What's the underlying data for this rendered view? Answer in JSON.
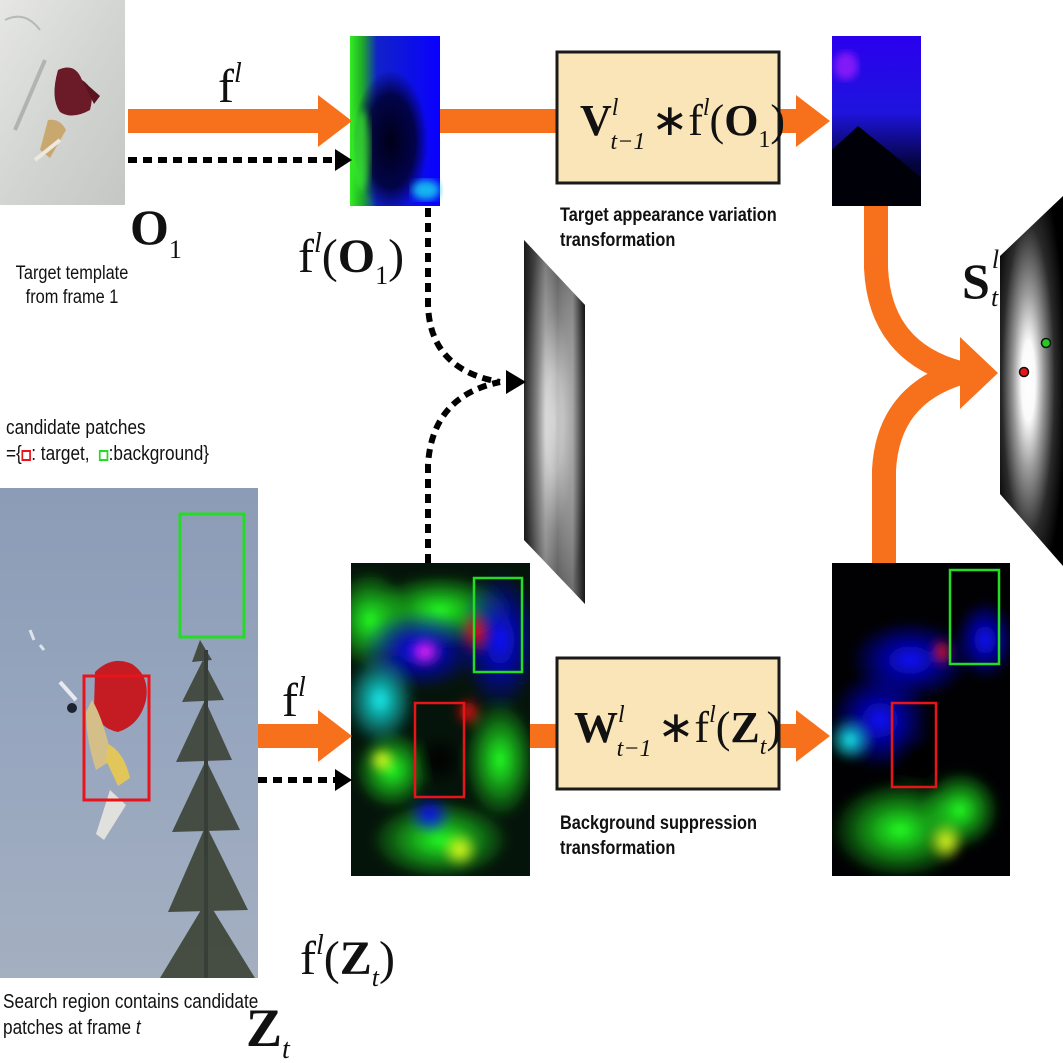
{
  "math": {
    "f_l": "f",
    "f_l_sup": "l",
    "O1_base": "O",
    "O1_sub": "1",
    "Zt_base": "Z",
    "Zt_sub": "t",
    "fO1": {
      "f": "f",
      "sup": "l",
      "lp": "(",
      "base": "O",
      "sub": "1",
      "rp": ")"
    },
    "fZt": {
      "f": "f",
      "sup": "l",
      "lp": "(",
      "base": "Z",
      "sub": "t",
      "rp": ")"
    },
    "S": {
      "base": "S",
      "sup": "l",
      "sub": "t"
    },
    "V_box": {
      "base": "V",
      "sup": "l",
      "sub": "t−1",
      "star": "∗",
      "f": "f",
      "fsup": "l",
      "lp": "(",
      "arg": "O",
      "argsub": "1",
      "rp": ")"
    },
    "W_box": {
      "base": "W",
      "sup": "l",
      "sub": "t−1",
      "star": "∗",
      "f": "f",
      "fsup": "l",
      "lp": "(",
      "arg": "Z",
      "argsub": "t",
      "rp": ")"
    }
  },
  "captions": {
    "template_line1": "Target template",
    "template_line2": "from frame 1",
    "candidate_line1": "candidate patches",
    "candidate_prefix": "={",
    "candidate_target": ": target,",
    "candidate_background": ":background}",
    "search_line1": "Search region contains candidate",
    "search_line2": "patches at frame ",
    "search_line2_t": "t",
    "tav_line1": "Target appearance variation",
    "tav_line2": "transformation",
    "bs_line1": "Background suppression",
    "bs_line2": "transformation"
  },
  "colors": {
    "arrow": "#f7711c",
    "box_fill": "#fae5b8",
    "target_box": "#e8141a",
    "background_box": "#22dd22",
    "feature_blue": "#0000ff",
    "feature_green": "#00ff00"
  }
}
